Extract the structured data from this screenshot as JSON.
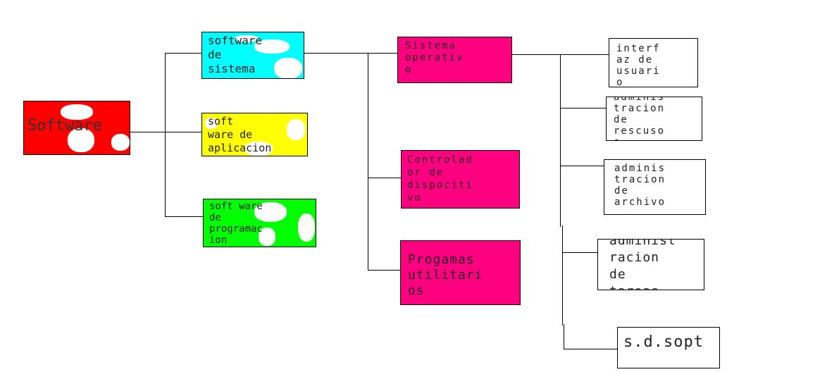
{
  "colors": {
    "red": "#ff0000",
    "cyan": "#00ffff",
    "yellow": "#ffff00",
    "green": "#00ff00",
    "magenta": "#ff0080",
    "white": "#ffffff"
  },
  "nodes": {
    "software": "Software",
    "sistema": "software\nde\nsistema",
    "aplicacion": "soft\nware de\naplicacion",
    "programacion": "soft ware\nde\nprogramac\nion",
    "so": "Sistema\noperativ\no",
    "controlador": "Controlad\nor de\ndispociti\nvo",
    "progamas": "Progamas\nutilitari\nos",
    "interfaz": "interf\naz de\nusuari\no",
    "recursos": "adminis\ntracion\nde\nrescuso\ns",
    "archivo": "adminis\ntracion\nde\narchivo",
    "tareas": "administ\nracion\nde\ntareas",
    "sdsopt": "s.d.sopt"
  }
}
